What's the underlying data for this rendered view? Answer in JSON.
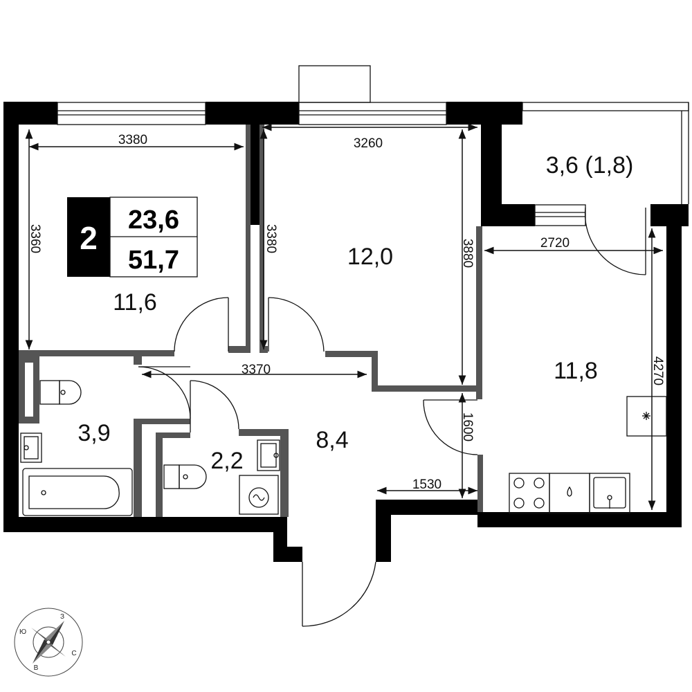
{
  "plan": {
    "rooms_count": "2",
    "living_area": "23,6",
    "total_area": "51,7",
    "rooms": {
      "bedroom_left": "11,6",
      "bedroom_center": "12,0",
      "balcony": "3,6 (1,8)",
      "kitchen": "11,8",
      "bathroom": "3,9",
      "wc": "2,2",
      "hall": "8,4"
    },
    "dimensions": {
      "d_3380_top": "3380",
      "d_3360": "3360",
      "d_3260": "3260",
      "d_3380_vert": "3380",
      "d_3880": "3880",
      "d_2720": "2720",
      "d_4270": "4270",
      "d_3370": "3370",
      "d_1600": "1600",
      "d_1530": "1530"
    },
    "compass": {
      "n": "З",
      "e": "С",
      "s": "В",
      "w": "Ю"
    },
    "colors": {
      "wall": "#000000",
      "inner_wall": "#555555",
      "badge_bg": "#000000",
      "badge_fg": "#ffffff"
    }
  }
}
